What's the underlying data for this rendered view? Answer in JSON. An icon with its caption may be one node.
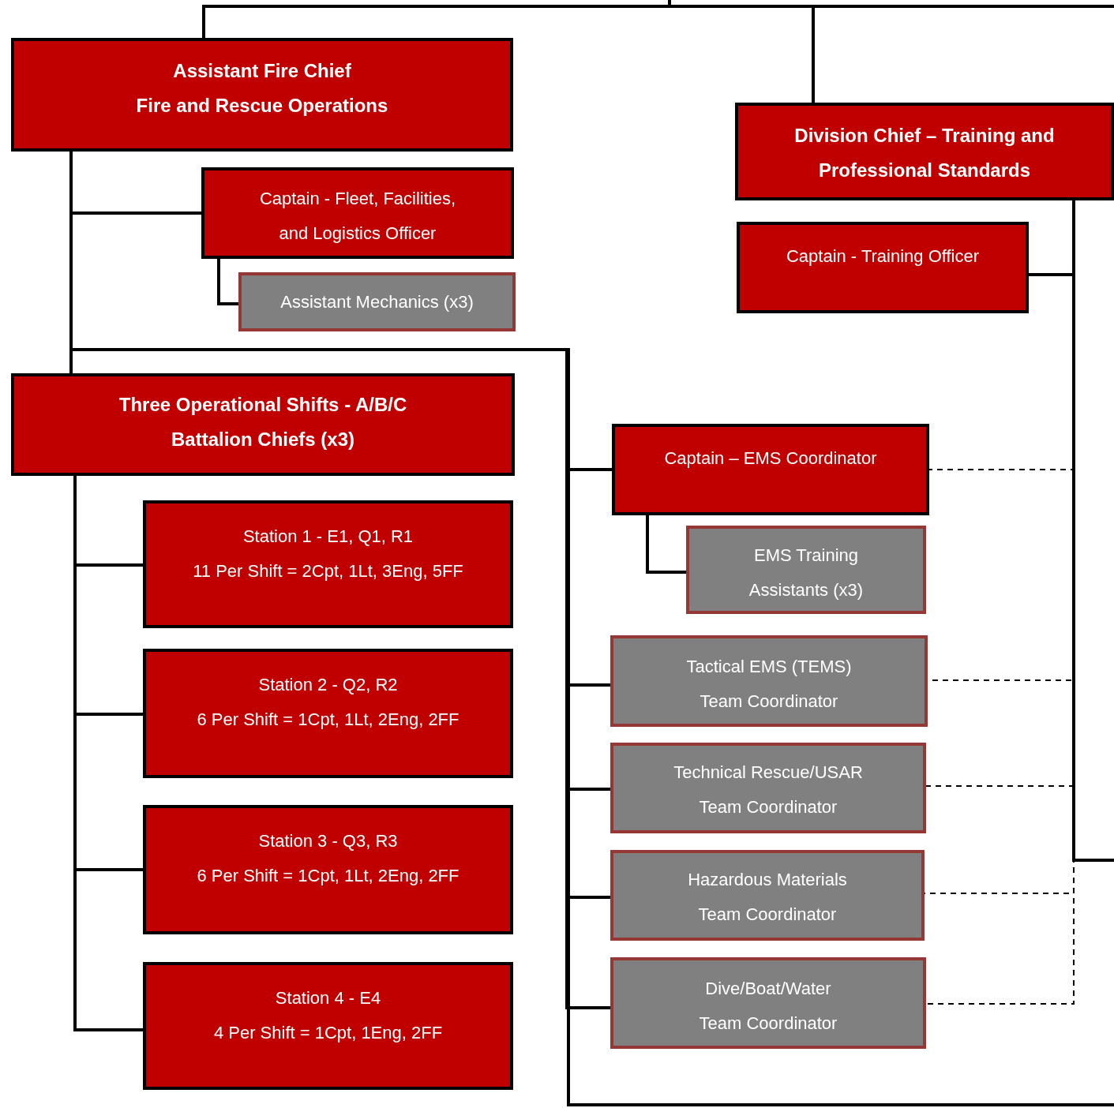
{
  "diagram": {
    "nodes": [
      {
        "text": [
          "Assistant Fire Chief",
          "Fire and Rescue Operations"
        ]
      },
      {
        "text": [
          "Division Chief – Training and Professional Standards"
        ]
      },
      {
        "text": [
          "Captain - Fleet, Facilities, and Logistics Officer"
        ]
      },
      {
        "text": [
          "Assistant Mechanics (x3)"
        ]
      },
      {
        "text": [
          "Captain - Training Officer"
        ]
      },
      {
        "text": [
          "Three Operational Shifts - A/B/C",
          "Battalion Chiefs (x3)"
        ]
      },
      {
        "text": [
          "Captain – EMS Coordinator"
        ]
      },
      {
        "text": [
          "Station 1 - E1, Q1, R1",
          "11 Per Shift = 2Cpt, 1Lt, 3Eng, 5FF"
        ]
      },
      {
        "text": [
          "EMS Training Assistants (x3)"
        ]
      },
      {
        "text": [
          "Tactical EMS (TEMS) Team Coordinator"
        ]
      },
      {
        "text": [
          "Station 2 - Q2, R2",
          "6 Per Shift = 1Cpt, 1Lt, 2Eng, 2FF"
        ]
      },
      {
        "text": [
          "Technical Rescue/USAR Team Coordinator"
        ]
      },
      {
        "text": [
          "Station 3 - Q3, R3",
          "6 Per Shift = 1Cpt, 1Lt, 2Eng, 2FF"
        ]
      },
      {
        "text": [
          "Hazardous Materials Team Coordinator"
        ]
      },
      {
        "text": [
          "Station 4 - E4",
          "4 Per Shift = 1Cpt, 1Eng, 2FF"
        ]
      },
      {
        "text": [
          "Dive/Boat/Water Team Coordinator"
        ]
      }
    ],
    "edges": [
      {
        "from": null,
        "to": 0,
        "arrow": "none"
      },
      {
        "from": null,
        "to": 1,
        "arrow": "none"
      },
      {
        "from": 0,
        "to": 2,
        "arrow": "none"
      },
      {
        "from": 2,
        "to": 3,
        "arrow": "none"
      },
      {
        "from": 0,
        "to": 5,
        "arrow": "none"
      },
      {
        "from": 0,
        "to": 6,
        "arrow": "none"
      },
      {
        "from": 0,
        "to": 9,
        "arrow": "none"
      },
      {
        "from": 0,
        "to": 11,
        "arrow": "none"
      },
      {
        "from": 0,
        "to": 13,
        "arrow": "none"
      },
      {
        "from": 0,
        "to": 15,
        "arrow": "none"
      },
      {
        "from": 0,
        "to": null,
        "arrow": "none"
      },
      {
        "from": 5,
        "to": 7,
        "arrow": "none"
      },
      {
        "from": 5,
        "to": 10,
        "arrow": "none"
      },
      {
        "from": 5,
        "to": 12,
        "arrow": "none"
      },
      {
        "from": 5,
        "to": 14,
        "arrow": "none"
      },
      {
        "from": 6,
        "to": 8,
        "arrow": "none"
      },
      {
        "from": 1,
        "to": 4,
        "arrow": "none"
      },
      {
        "from": 1,
        "to": null,
        "arrow": "none"
      },
      {
        "from": 1,
        "to": 6,
        "arrow": "none",
        "style": "dashed"
      },
      {
        "from": 1,
        "to": 9,
        "arrow": "none",
        "style": "dashed"
      },
      {
        "from": 1,
        "to": 11,
        "arrow": "none",
        "style": "dashed"
      },
      {
        "from": 1,
        "to": 13,
        "arrow": "none",
        "style": "dashed"
      },
      {
        "from": 1,
        "to": 15,
        "arrow": "none",
        "style": "dashed"
      }
    ]
  }
}
